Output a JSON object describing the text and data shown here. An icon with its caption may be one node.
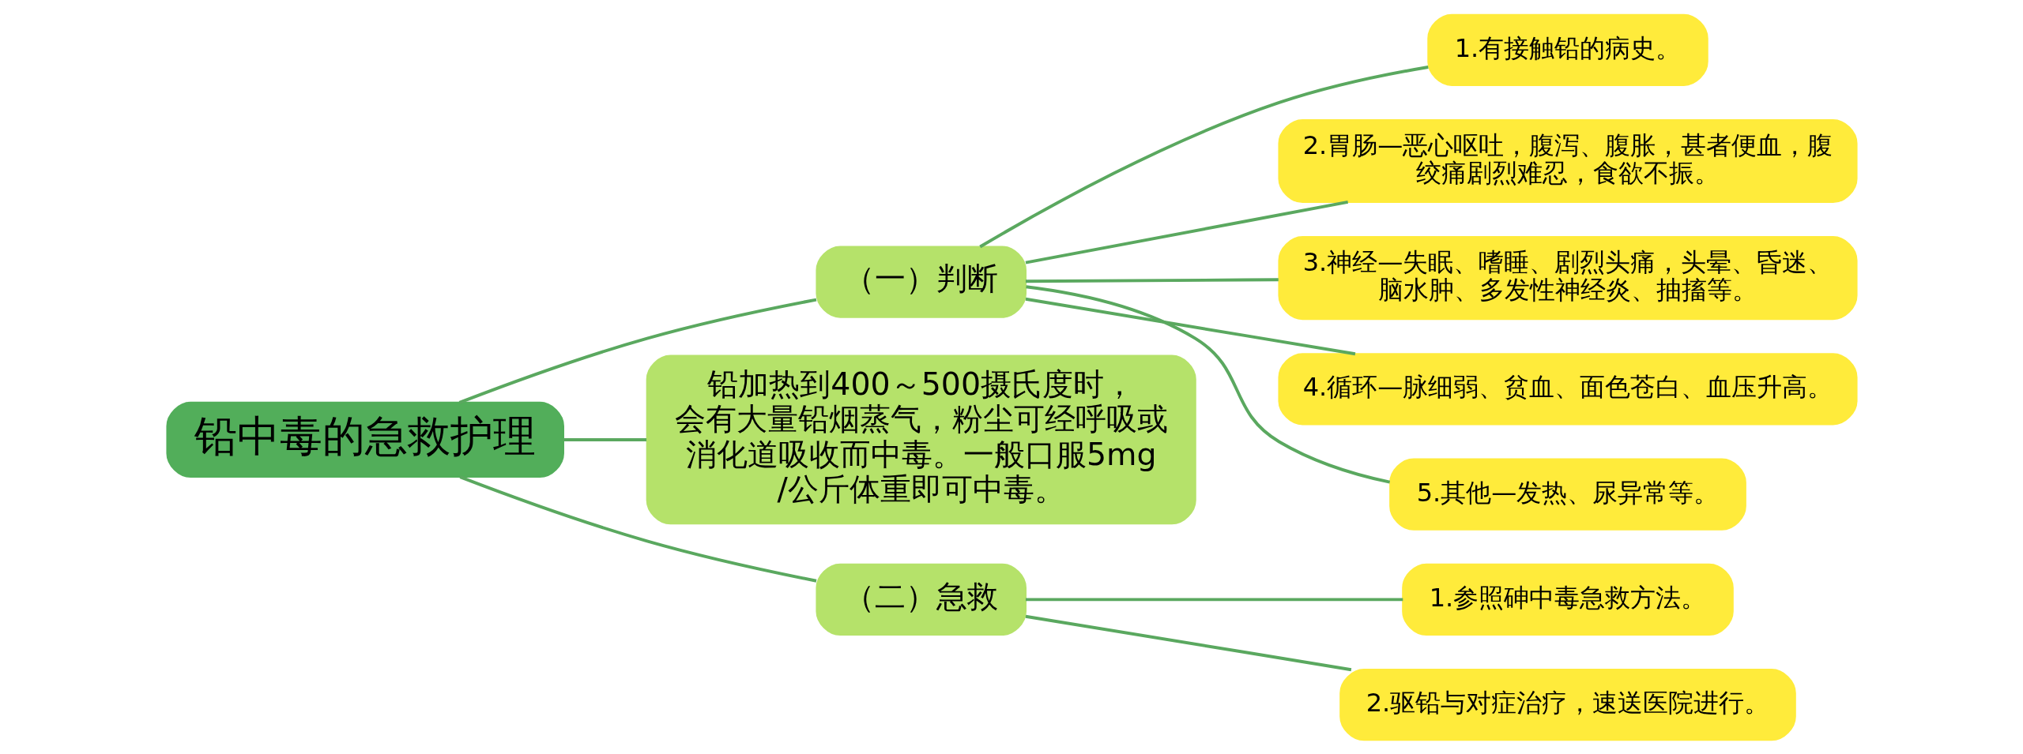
{
  "diagram": {
    "nodes": [
      {
        "text": [
          "铅中毒的急救护理"
        ]
      },
      {
        "text": [
          "（一）判断"
        ]
      },
      {
        "text": [
          "1.有接触铅的病史。"
        ]
      },
      {
        "text": [
          "2.胃肠—恶心呕吐，腹泻、腹胀，甚者便血，腹绞痛剧烈难忍，食欲不振。"
        ]
      },
      {
        "text": [
          "3.神经—失眠、嗜睡、剧烈头痛，头晕、昏迷、脑水肿、多发性神经炎、抽搐等。"
        ]
      },
      {
        "text": [
          "4.循环—脉细弱、贫血、面色苍白、血压升高。"
        ]
      },
      {
        "text": [
          "5.其他—发热、尿异常等。"
        ]
      },
      {
        "text": [
          "铅加热到400～500摄氏度时，会有大量铅烟蒸气，粉尘可经呼吸或消化道吸收而中毒。一般口服5mg/公斤体重即可中毒。"
        ]
      },
      {
        "text": [
          "（二）急救"
        ]
      },
      {
        "text": [
          "1.参照砷中毒急救方法。"
        ]
      },
      {
        "text": [
          "2.驱铅与对症治疗，速送医院进行。"
        ]
      }
    ],
    "edges": [
      {
        "from": 0,
        "to": 1,
        "arrow": "none"
      },
      {
        "from": 1,
        "to": 2,
        "arrow": "none"
      },
      {
        "from": 1,
        "to": 3,
        "arrow": "none"
      },
      {
        "from": 1,
        "to": 4,
        "arrow": "none"
      },
      {
        "from": 1,
        "to": 5,
        "arrow": "none"
      },
      {
        "from": 1,
        "to": 6,
        "arrow": "none"
      },
      {
        "from": 0,
        "to": 7,
        "arrow": "none"
      },
      {
        "from": 0,
        "to": 8,
        "arrow": "none"
      },
      {
        "from": 8,
        "to": 9,
        "arrow": "none"
      },
      {
        "from": 8,
        "to": 10,
        "arrow": "none"
      }
    ]
  }
}
